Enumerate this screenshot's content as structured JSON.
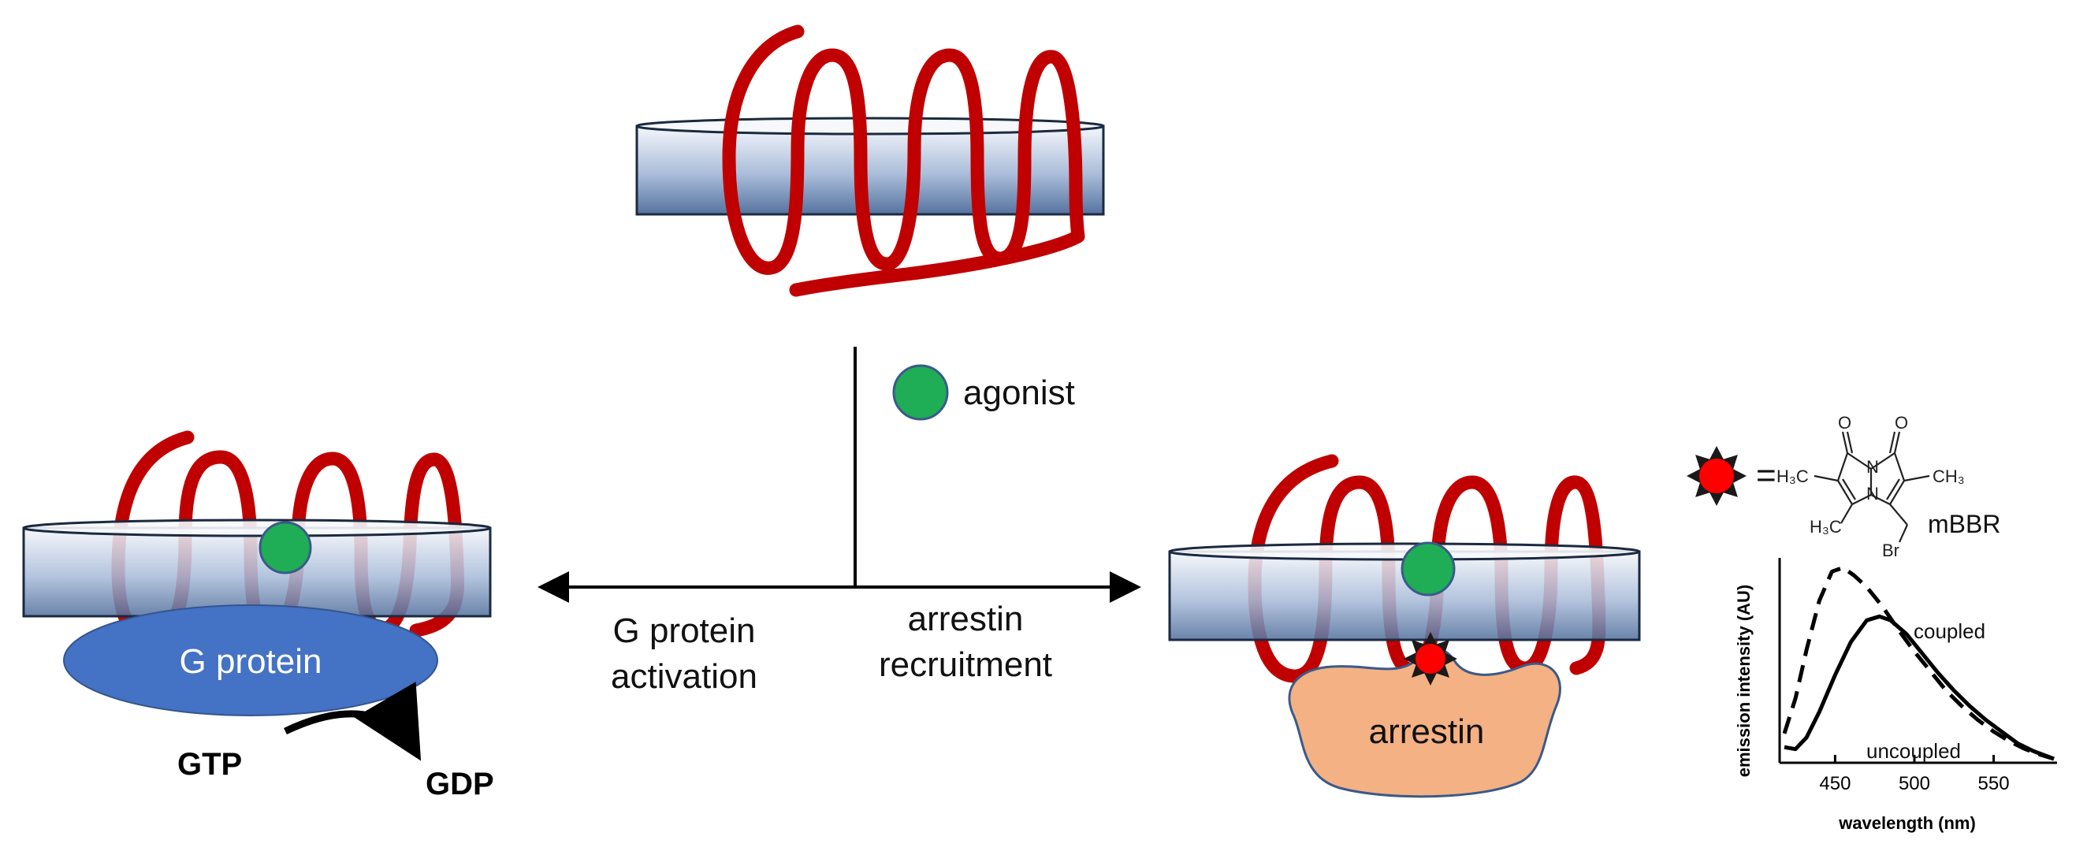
{
  "labels": {
    "agonist": "agonist",
    "g_protein": "G protein",
    "g_protein_activation_1": "G protein",
    "g_protein_activation_2": "activation",
    "arrestin_recruitment_1": "arrestin",
    "arrestin_recruitment_2": "recruitment",
    "arrestin": "arrestin",
    "gtp": "GTP",
    "gdp": "GDP",
    "equals": "="
  },
  "molecule": {
    "name": "mBBR",
    "left_methyl": "H₃C",
    "right_methyl": "CH₃",
    "bottom_methyl": "H₃C",
    "bromine": "Br",
    "nitrogen": "N",
    "oxygen": "O"
  },
  "colors": {
    "receptor": "#c00000",
    "membrane_top": "#eef2f8",
    "membrane_bottom": "#5a78a8",
    "agonist": "#1fae55",
    "g_protein": "#4472c4",
    "arrestin": "#f4b183",
    "mbbr_probe": "#ff0000"
  },
  "chart_data": {
    "type": "line",
    "xlabel": "wavelength (nm)",
    "ylabel": "emission intensity (AU)",
    "xlim": [
      415,
      590
    ],
    "ylim": [
      0,
      1.05
    ],
    "xticks": [
      450,
      500,
      550
    ],
    "grid": false,
    "series": [
      {
        "name": "coupled",
        "style": "dashed",
        "x": [
          418,
          425,
          432,
          440,
          448,
          455,
          462,
          470,
          480,
          490,
          500,
          510,
          520,
          530,
          540,
          550,
          560,
          570,
          580,
          588
        ],
        "y": [
          0.15,
          0.33,
          0.58,
          0.83,
          0.98,
          1.0,
          0.96,
          0.9,
          0.8,
          0.68,
          0.57,
          0.47,
          0.37,
          0.29,
          0.22,
          0.16,
          0.11,
          0.07,
          0.04,
          0.02
        ]
      },
      {
        "name": "uncoupled",
        "style": "solid",
        "x": [
          418,
          425,
          432,
          440,
          450,
          460,
          470,
          478,
          485,
          495,
          505,
          515,
          525,
          535,
          545,
          555,
          565,
          575,
          588
        ],
        "y": [
          0.08,
          0.07,
          0.13,
          0.26,
          0.45,
          0.62,
          0.73,
          0.75,
          0.73,
          0.66,
          0.56,
          0.46,
          0.37,
          0.29,
          0.22,
          0.16,
          0.1,
          0.06,
          0.02
        ]
      }
    ]
  }
}
